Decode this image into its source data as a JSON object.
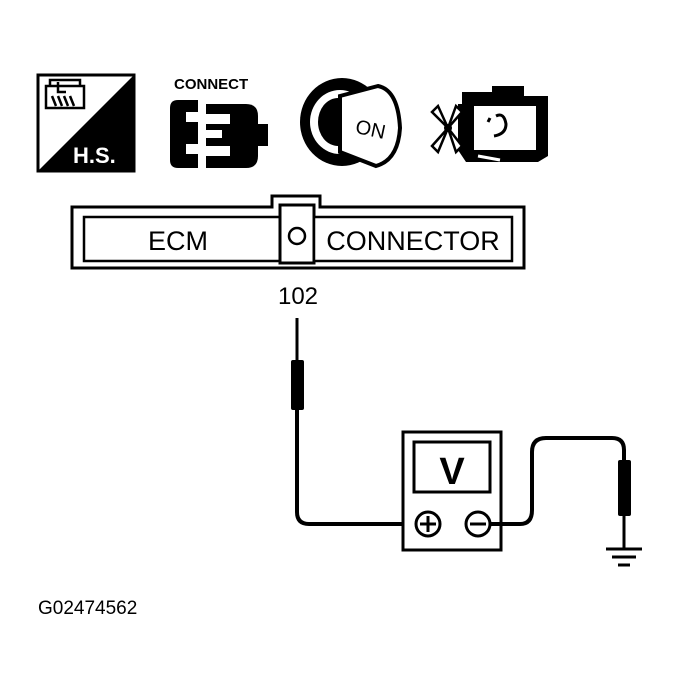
{
  "icons": {
    "hood_label": "H.S.",
    "connect_label": "CONNECT",
    "ignition_label": "ON"
  },
  "connector": {
    "left_label": "ECM",
    "right_label": "CONNECTOR",
    "terminal_number": "102"
  },
  "meter": {
    "mode_label": "V"
  },
  "figure_id": "G02474562"
}
